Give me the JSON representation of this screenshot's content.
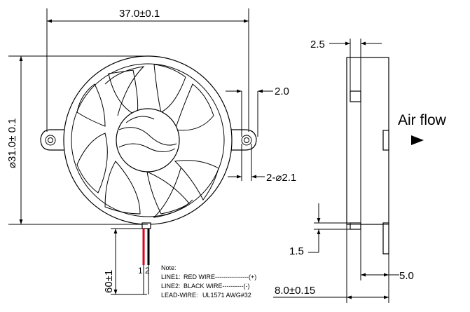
{
  "dimensions": {
    "width": "37.0±0.1",
    "diameter": "⌀31.0± 0.1",
    "tab_offset": "2.0",
    "holes": "2-⌀2.1",
    "lead_length": "60±1",
    "frame_lip": "2.5",
    "air_flow": "Air flow",
    "wall": "1.5",
    "pin": "5.0",
    "thickness": "8.0±0.15"
  },
  "wire_numbers": {
    "line1": "1",
    "line2": "2"
  },
  "note": {
    "title": "Note:",
    "line1_label": "LINE1:",
    "line1_text": "RED WIRE----------------(+)",
    "line2_label": "LINE2:",
    "line2_text": "BLACK WIRE----------(-)",
    "lead_label": "LEAD-WIRE:",
    "lead_text": "UL1571 AWG#32"
  },
  "colors": {
    "red_wire": "#e3001b",
    "black_wire": "#000000",
    "line": "#000000"
  }
}
